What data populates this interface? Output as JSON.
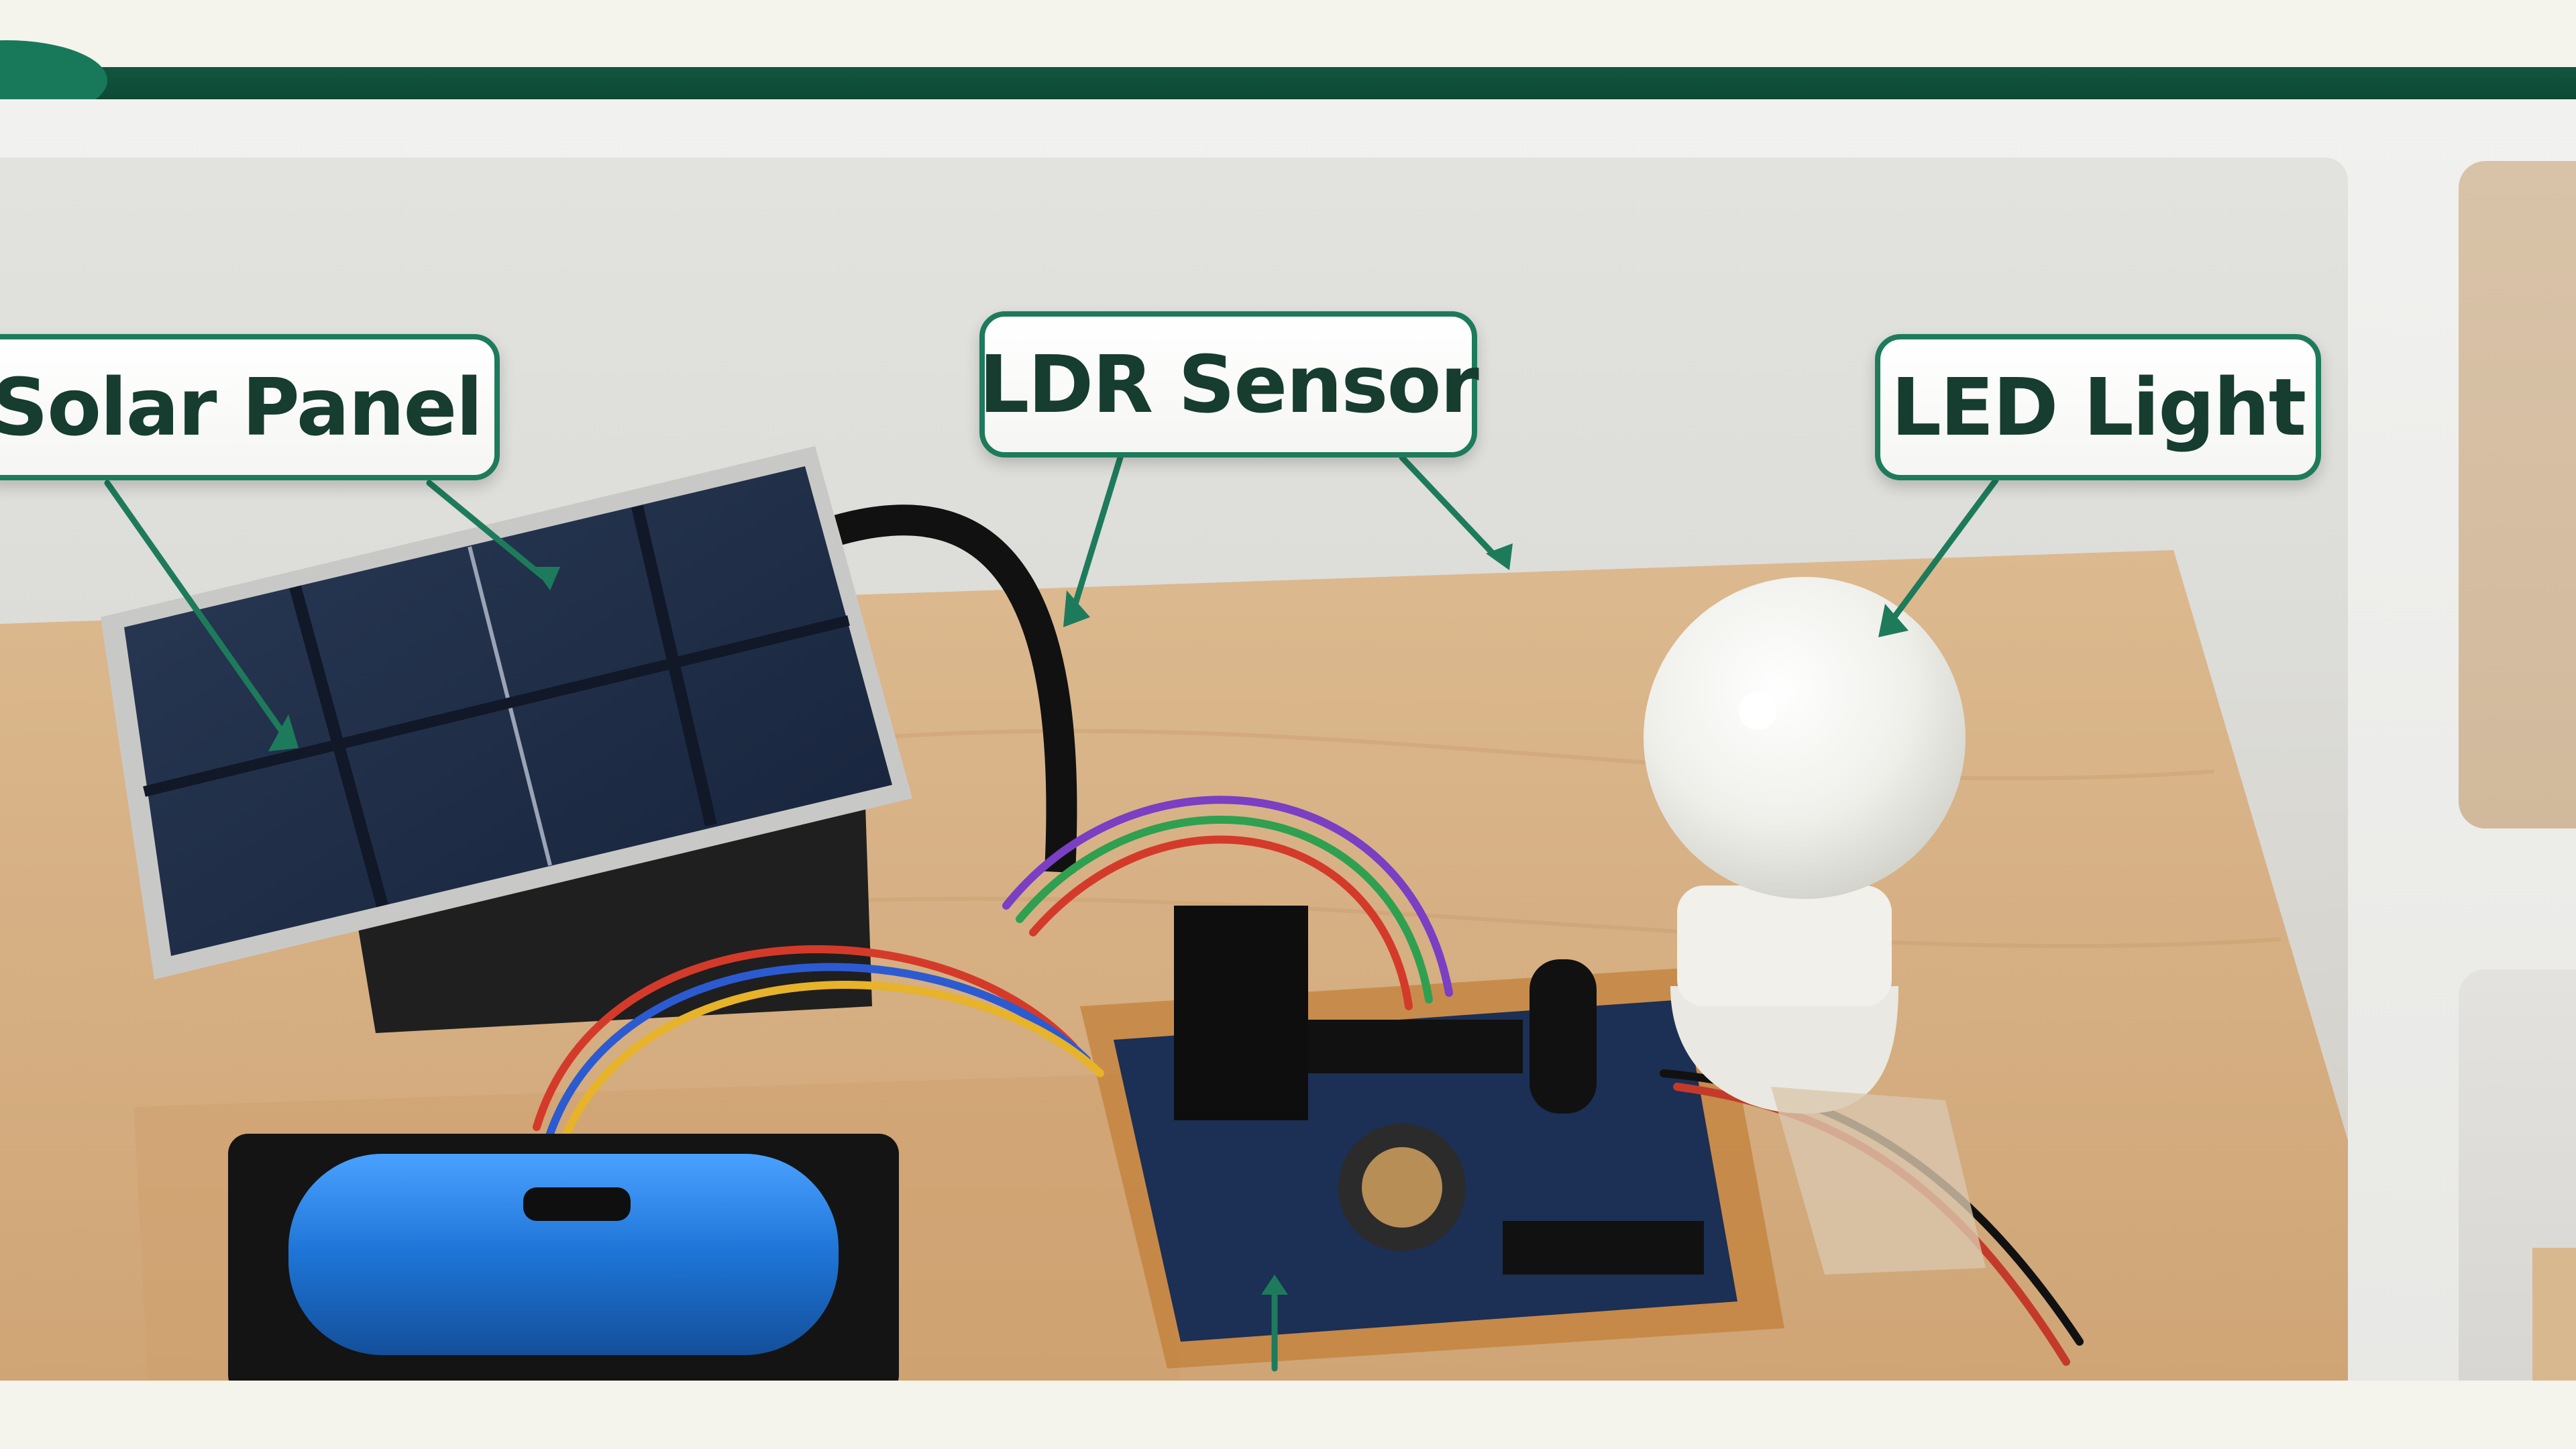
{
  "labels": {
    "solar_panel": "Solar Panel",
    "ldr_sensor": "LDR Sensor",
    "led_light": "LED Light"
  },
  "colors": {
    "accent_green": "#1d7b5c",
    "header_green": "#0d4a36",
    "label_text": "#163d2f",
    "table_wood": "#d8b48a",
    "battery_blue": "#1e74d6",
    "board_blue": "#1c2f55"
  }
}
